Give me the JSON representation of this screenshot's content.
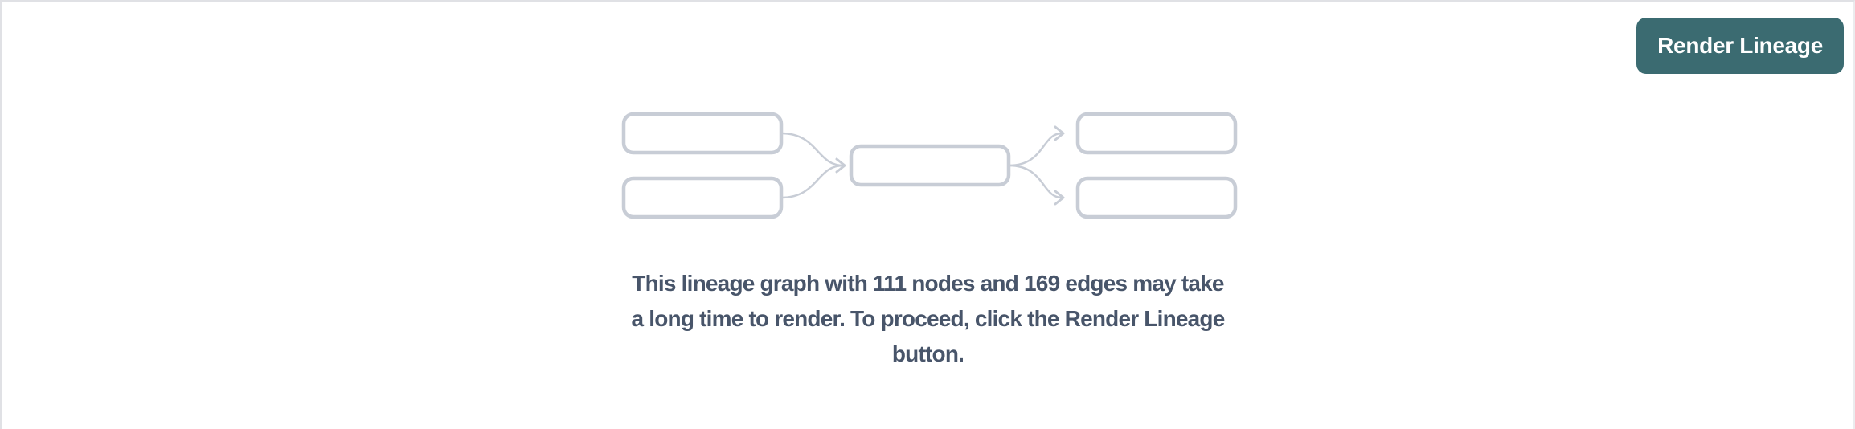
{
  "header": {
    "render_button": {
      "label": "Render Lineage"
    }
  },
  "empty_state": {
    "illustration": "lineage-graph-placeholder",
    "message": "This lineage graph with 111 nodes and 169 edges may take a long time to render. To proceed, click the Render Lineage button.",
    "message_lines": [
      "This lineage graph with 111 nodes and 169 edges may take",
      "a long time to render. To proceed, click the Render Lineage",
      "button."
    ],
    "node_count": 111,
    "edge_count": 169
  },
  "colors": {
    "button_bg": "#3b6b71",
    "button_text": "#ffffff",
    "message_text": "#48556a",
    "diagram_stroke": "#c8cdd6",
    "panel_border": "#e0e1e5"
  }
}
